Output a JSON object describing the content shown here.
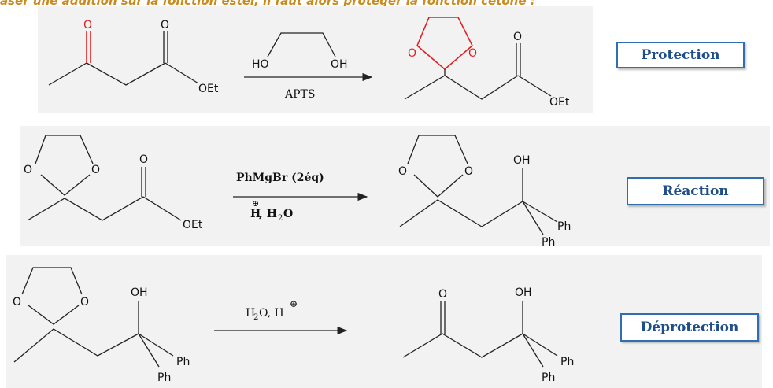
{
  "header_text": "aser une addition sur la fonction ester, il faut alors protéger la fonction cétone :",
  "steps": [
    {
      "label": "Protection",
      "reagent_top": "",
      "reagent_bottom": "APTS",
      "reagent_diol_left": "HO",
      "reagent_diol_right": "OH",
      "reactant_labels": [
        "O",
        "O",
        "OEt"
      ],
      "product_labels": [
        "O",
        "O",
        "O",
        "OEt"
      ]
    },
    {
      "label": "Réaction",
      "reagent_top": "PhMgBr (2éq)",
      "reagent_bottom_h": "H",
      "reagent_bottom_plus": "⊕",
      "reagent_bottom_rest": ", H",
      "reagent_bottom_sub": "2",
      "reagent_bottom_end": "O",
      "reactant_labels": [
        "O",
        "O",
        "O",
        "OEt"
      ],
      "product_labels": [
        "O",
        "O",
        "OH",
        "Ph",
        "Ph"
      ]
    },
    {
      "label": "Déprotection",
      "reagent_top_h2": "H",
      "reagent_top_sub": "2",
      "reagent_top_rest": "O, H",
      "reagent_top_plus": "⊕",
      "reactant_labels": [
        "O",
        "O",
        "OH",
        "Ph",
        "Ph"
      ],
      "product_labels": [
        "O",
        "OH",
        "Ph",
        "Ph"
      ]
    }
  ],
  "colors": {
    "highlight": "#e02020",
    "box_border": "#2f6fb0",
    "box_text": "#1f4e89",
    "header": "#c98a1e"
  }
}
